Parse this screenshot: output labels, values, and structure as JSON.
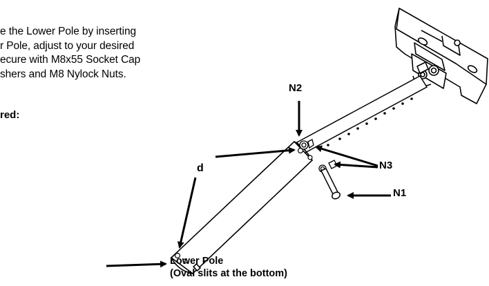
{
  "instructions": {
    "lines": [
      "e the Lower Pole by inserting",
      "r Pole, adjust to your desired",
      "ecure with M8x55 Socket Cap",
      "shers and M8 Nylock Nuts."
    ],
    "required_label": "red:"
  },
  "callouts": {
    "n2": "N2",
    "n3": "N3",
    "n1": "N1",
    "d": "d",
    "lower_pole": [
      "Lower Pole",
      "(Oval slits at the bottom)"
    ]
  }
}
